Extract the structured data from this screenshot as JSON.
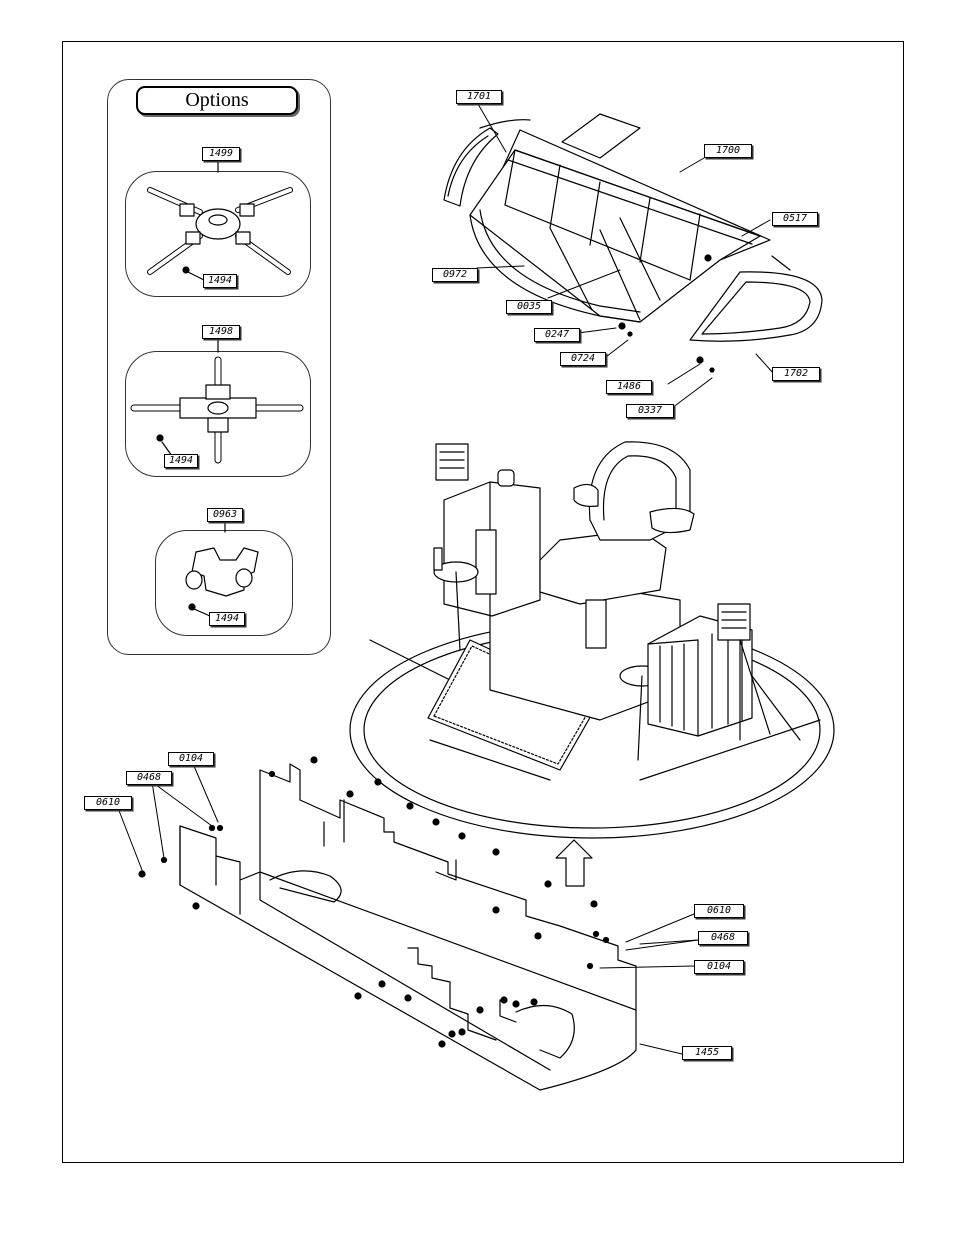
{
  "options": {
    "title": "Options"
  },
  "parts": {
    "p1499": "1499",
    "p1494a": "1494",
    "p1498": "1498",
    "p1494b": "1494",
    "p0963": "0963",
    "p1494c": "1494",
    "p1701": "1701",
    "p1700": "1700",
    "p0517": "0517",
    "p0972": "0972",
    "p0035": "0035",
    "p0247": "0247",
    "p0724": "0724",
    "p1702": "1702",
    "p1486": "1486",
    "p0337": "0337",
    "p0104a": "0104",
    "p0468a": "0468",
    "p0610a": "0610",
    "p0610b": "0610",
    "p0468b": "0468",
    "p0104b": "0104",
    "p1455": "1455"
  },
  "colors": {
    "line": "#000000",
    "panel_border": "#333333",
    "tag_shadow": "#333333"
  }
}
